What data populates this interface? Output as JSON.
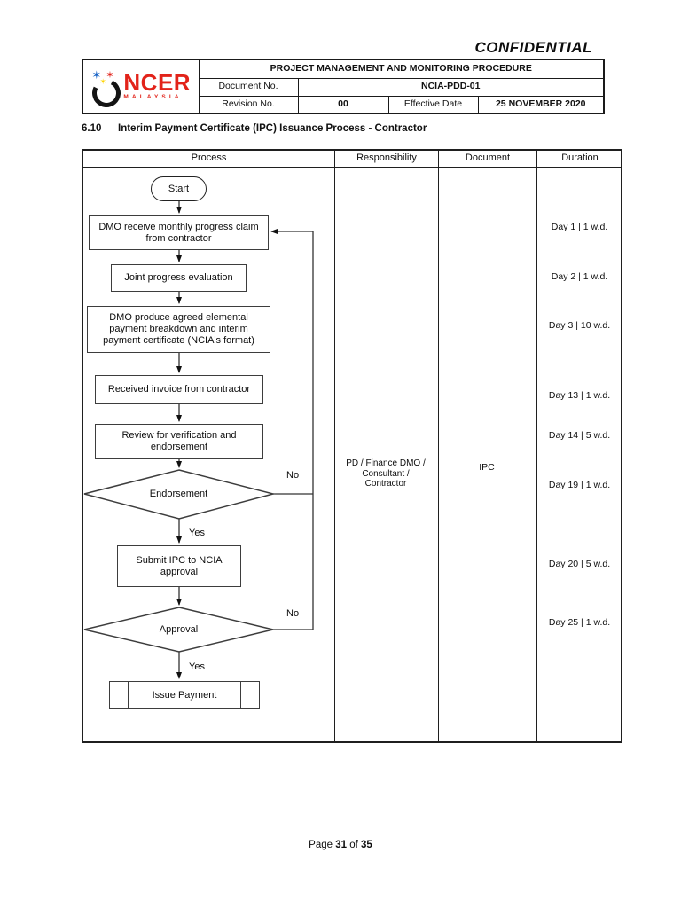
{
  "confidential": "CONFIDENTIAL",
  "header": {
    "logo_name": "NCER",
    "logo_sub": "MALAYSIA",
    "title": "PROJECT MANAGEMENT AND MONITORING PROCEDURE",
    "document_no_label": "Document No.",
    "document_no": "NCIA-PDD-01",
    "revision_label": "Revision No.",
    "revision": "00",
    "effective_date_label": "Effective Date",
    "effective_date": "25 NOVEMBER 2020"
  },
  "section": {
    "number": "6.10",
    "title": "Interim Payment Certificate (IPC) Issuance Process - Contractor"
  },
  "table": {
    "columns": [
      "Process",
      "Responsibility",
      "Document",
      "Duration"
    ],
    "responsibility": "PD / Finance DMO /\nConsultant /\nContractor",
    "document": "IPC",
    "durations": [
      "Day 1 | 1 w.d.",
      "Day 2 | 1 w.d.",
      "Day 3 | 10 w.d.",
      "Day 13 | 1 w.d.",
      "Day 14 | 5 w.d.",
      "Day 19 | 1 w.d.",
      "Day 20 | 5 w.d.",
      "Day 25 | 1 w.d."
    ]
  },
  "flowchart": {
    "start": "Start",
    "step_claim": "DMO receive monthly progress claim from contractor",
    "step_joint": "Joint progress evaluation",
    "step_produce": "DMO produce agreed elemental payment breakdown and interim payment certificate (NCIA's format)",
    "step_invoice": "Received invoice from contractor",
    "step_review": "Review for verification and endorsement",
    "decision_endorsement": "Endorsement",
    "step_submit": "Submit IPC to NCIA approval",
    "decision_approval": "Approval",
    "end_payment": "Issue Payment",
    "yes": "Yes",
    "no": "No"
  },
  "footer": {
    "page_label": "Page",
    "page_number": "31",
    "of_label": "of",
    "page_total": "35"
  }
}
